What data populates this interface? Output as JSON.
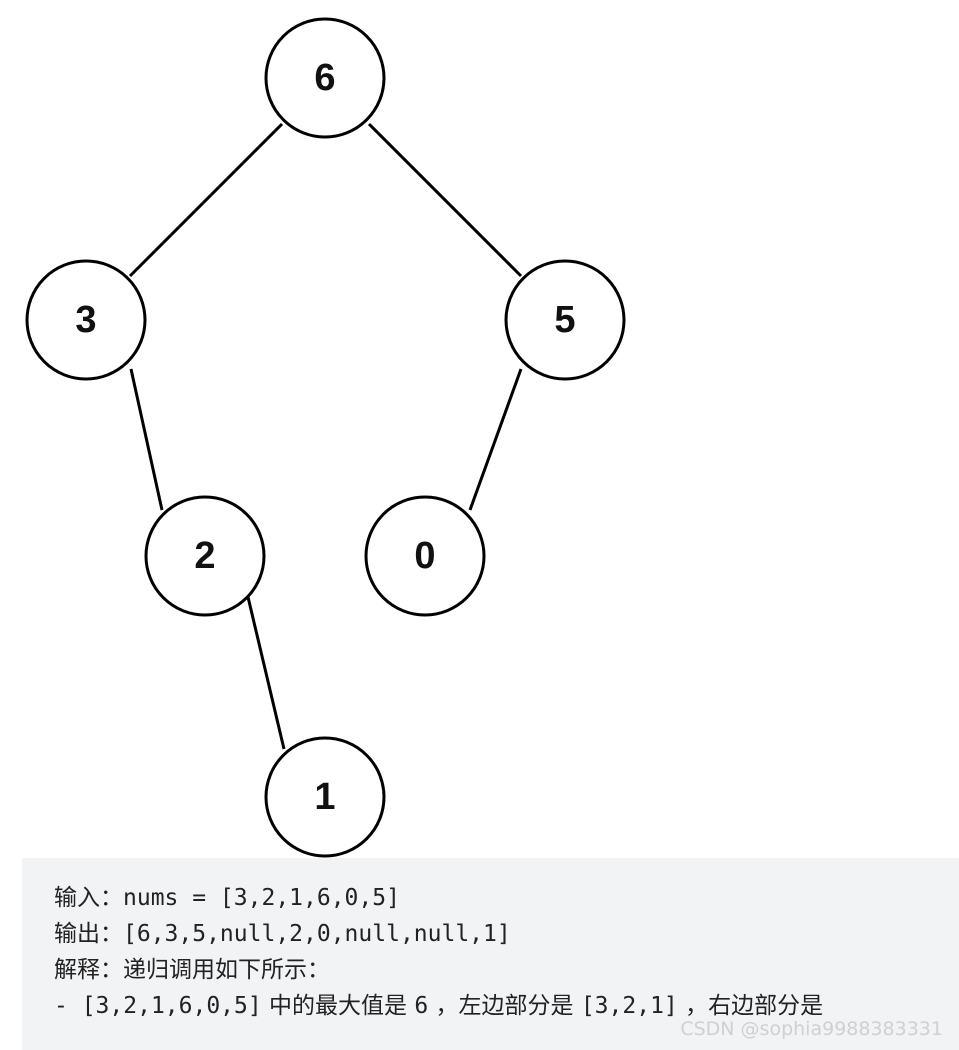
{
  "tree": {
    "nodes": [
      {
        "id": "n6",
        "value": "6"
      },
      {
        "id": "n3",
        "value": "3"
      },
      {
        "id": "n5",
        "value": "5"
      },
      {
        "id": "n2",
        "value": "2"
      },
      {
        "id": "n0",
        "value": "0"
      },
      {
        "id": "n1",
        "value": "1"
      }
    ],
    "edges": [
      {
        "from": "n6",
        "to": "n3"
      },
      {
        "from": "n6",
        "to": "n5"
      },
      {
        "from": "n3",
        "to": "n2"
      },
      {
        "from": "n5",
        "to": "n0"
      },
      {
        "from": "n2",
        "to": "n1"
      }
    ]
  },
  "example": {
    "input_label": "输入：",
    "input_value": "nums = [3,2,1,6,0,5]",
    "output_label": "输出：",
    "output_value": "[6,3,5,null,2,0,null,null,1]",
    "explain_label": "解释：",
    "explain_text": "递归调用如下所示：",
    "step1_prefix": "- ",
    "step1_array": "[3,2,1,6,0,5]",
    "step1_text_a": " 中的最大值是 ",
    "step1_max": "6",
    "step1_text_b": " ，左边部分是 ",
    "step1_left": "[3,2,1]",
    "step1_text_c": " ，右边部分是"
  },
  "watermark": "CSDN @sophia9988383331"
}
